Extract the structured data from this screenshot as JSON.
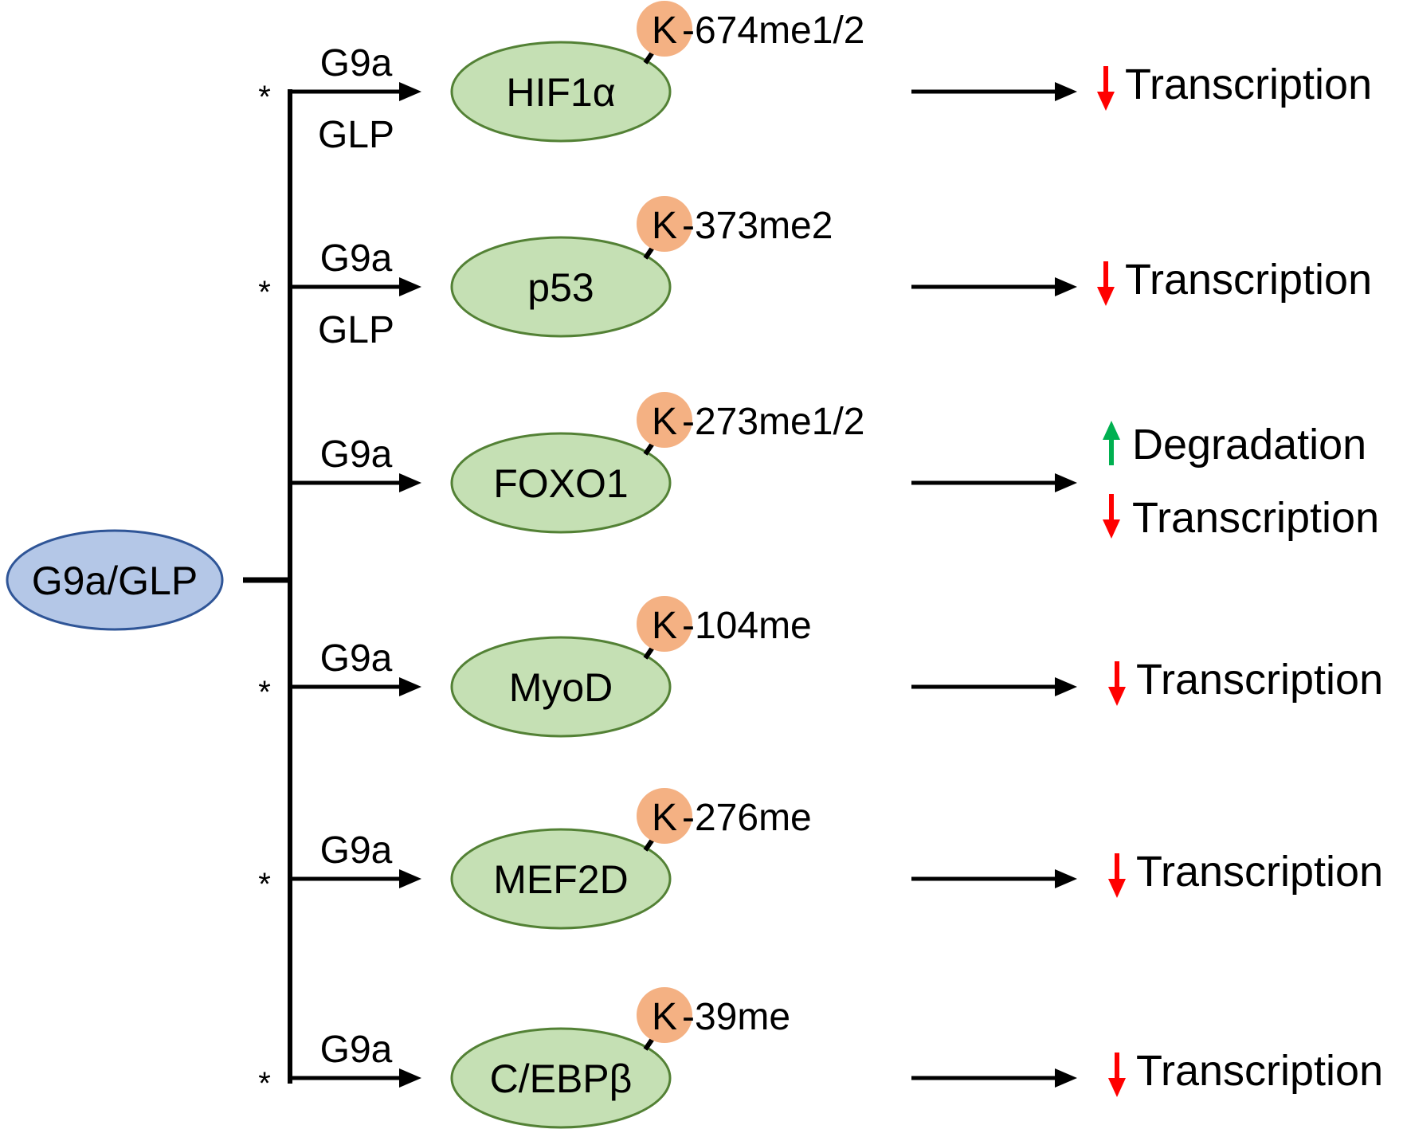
{
  "source": {
    "label": "G9a/GLP",
    "fill": "#b4c7e7",
    "stroke": "#2f5597"
  },
  "colors": {
    "target_fill": "#c5e0b4",
    "target_stroke": "#538135",
    "lysine_fill": "#f4b183",
    "down_arrow": "#ff0000",
    "up_arrow": "#00b050"
  },
  "rows": [
    {
      "star": "*",
      "enzymes": [
        "G9a",
        "GLP"
      ],
      "lysine": "K",
      "site": "-674me1/2",
      "target": "HIF1α",
      "effects": [
        {
          "direction": "down",
          "label": "Transcription"
        }
      ]
    },
    {
      "star": "*",
      "enzymes": [
        "G9a",
        "GLP"
      ],
      "lysine": "K",
      "site": "-373me2",
      "target": "p53",
      "effects": [
        {
          "direction": "down",
          "label": "Transcription"
        }
      ]
    },
    {
      "star": "",
      "enzymes": [
        "G9a"
      ],
      "lysine": "K",
      "site": "-273me1/2",
      "target": "FOXO1",
      "effects": [
        {
          "direction": "up",
          "label": "Degradation"
        },
        {
          "direction": "down",
          "label": "Transcription"
        }
      ]
    },
    {
      "star": "*",
      "enzymes": [
        "G9a"
      ],
      "lysine": "K",
      "site": "-104me",
      "target": "MyoD",
      "effects": [
        {
          "direction": "down",
          "label": "Transcription"
        }
      ]
    },
    {
      "star": "*",
      "enzymes": [
        "G9a"
      ],
      "lysine": "K",
      "site": "-276me",
      "target": "MEF2D",
      "effects": [
        {
          "direction": "down",
          "label": "Transcription"
        }
      ]
    },
    {
      "star": "*",
      "enzymes": [
        "G9a"
      ],
      "lysine": "K",
      "site": "-39me",
      "target": "C/EBPβ",
      "effects": [
        {
          "direction": "down",
          "label": "Transcription"
        }
      ]
    }
  ]
}
